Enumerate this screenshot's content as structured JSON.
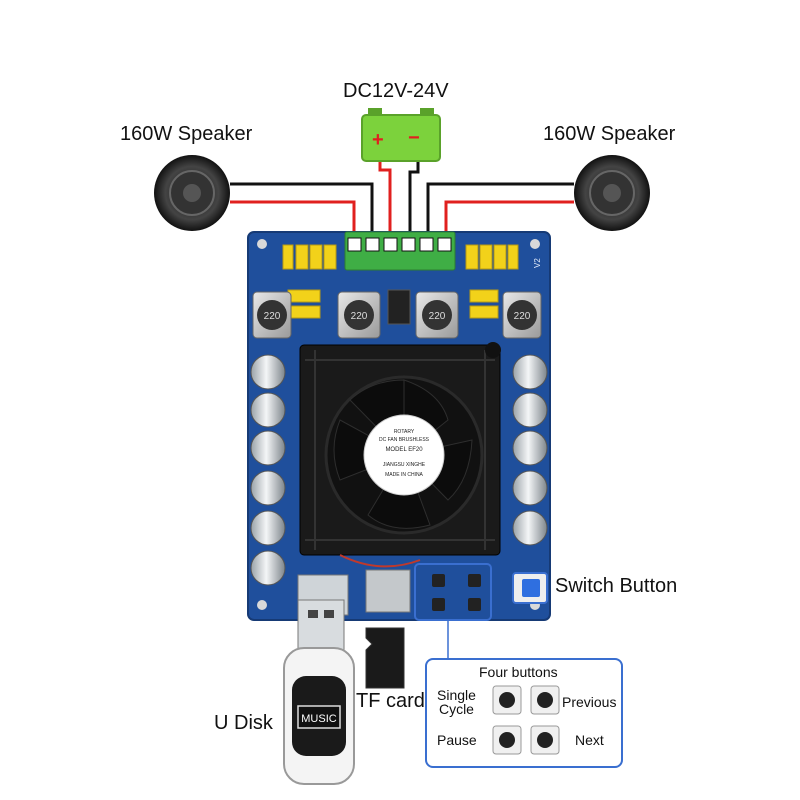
{
  "power": {
    "label": "DC12V-24V",
    "plus": "+",
    "minus": "−"
  },
  "speaker_left": {
    "label": "160W Speaker"
  },
  "speaker_right": {
    "label": "160W Speaker"
  },
  "switch_button": {
    "label": "Switch Button"
  },
  "tf_card": {
    "label": "TF card"
  },
  "u_disk": {
    "label": "U Disk",
    "stick_text": "MUSIC"
  },
  "fan": {
    "line1": "ROTARY",
    "line2": "DC FAN BRUSHLESS",
    "line3": "MODEL EF20",
    "line4": "JIANGSU XINGHE",
    "line5": "MADE IN CHINA"
  },
  "board": {
    "version": "V2"
  },
  "inductors": [
    "220",
    "220",
    "220",
    "220"
  ],
  "four_buttons": {
    "title": "Four buttons",
    "single_cycle": [
      "Single",
      "Cycle"
    ],
    "previous": "Previous",
    "pause": "Pause",
    "next": "Next"
  },
  "colors": {
    "board": "#1f4f9c",
    "terminal": "#3fae45",
    "battery": "#7cd23c",
    "wire_red": "#e0201f",
    "wire_black": "#111111",
    "accent": "#3a6fd0"
  }
}
